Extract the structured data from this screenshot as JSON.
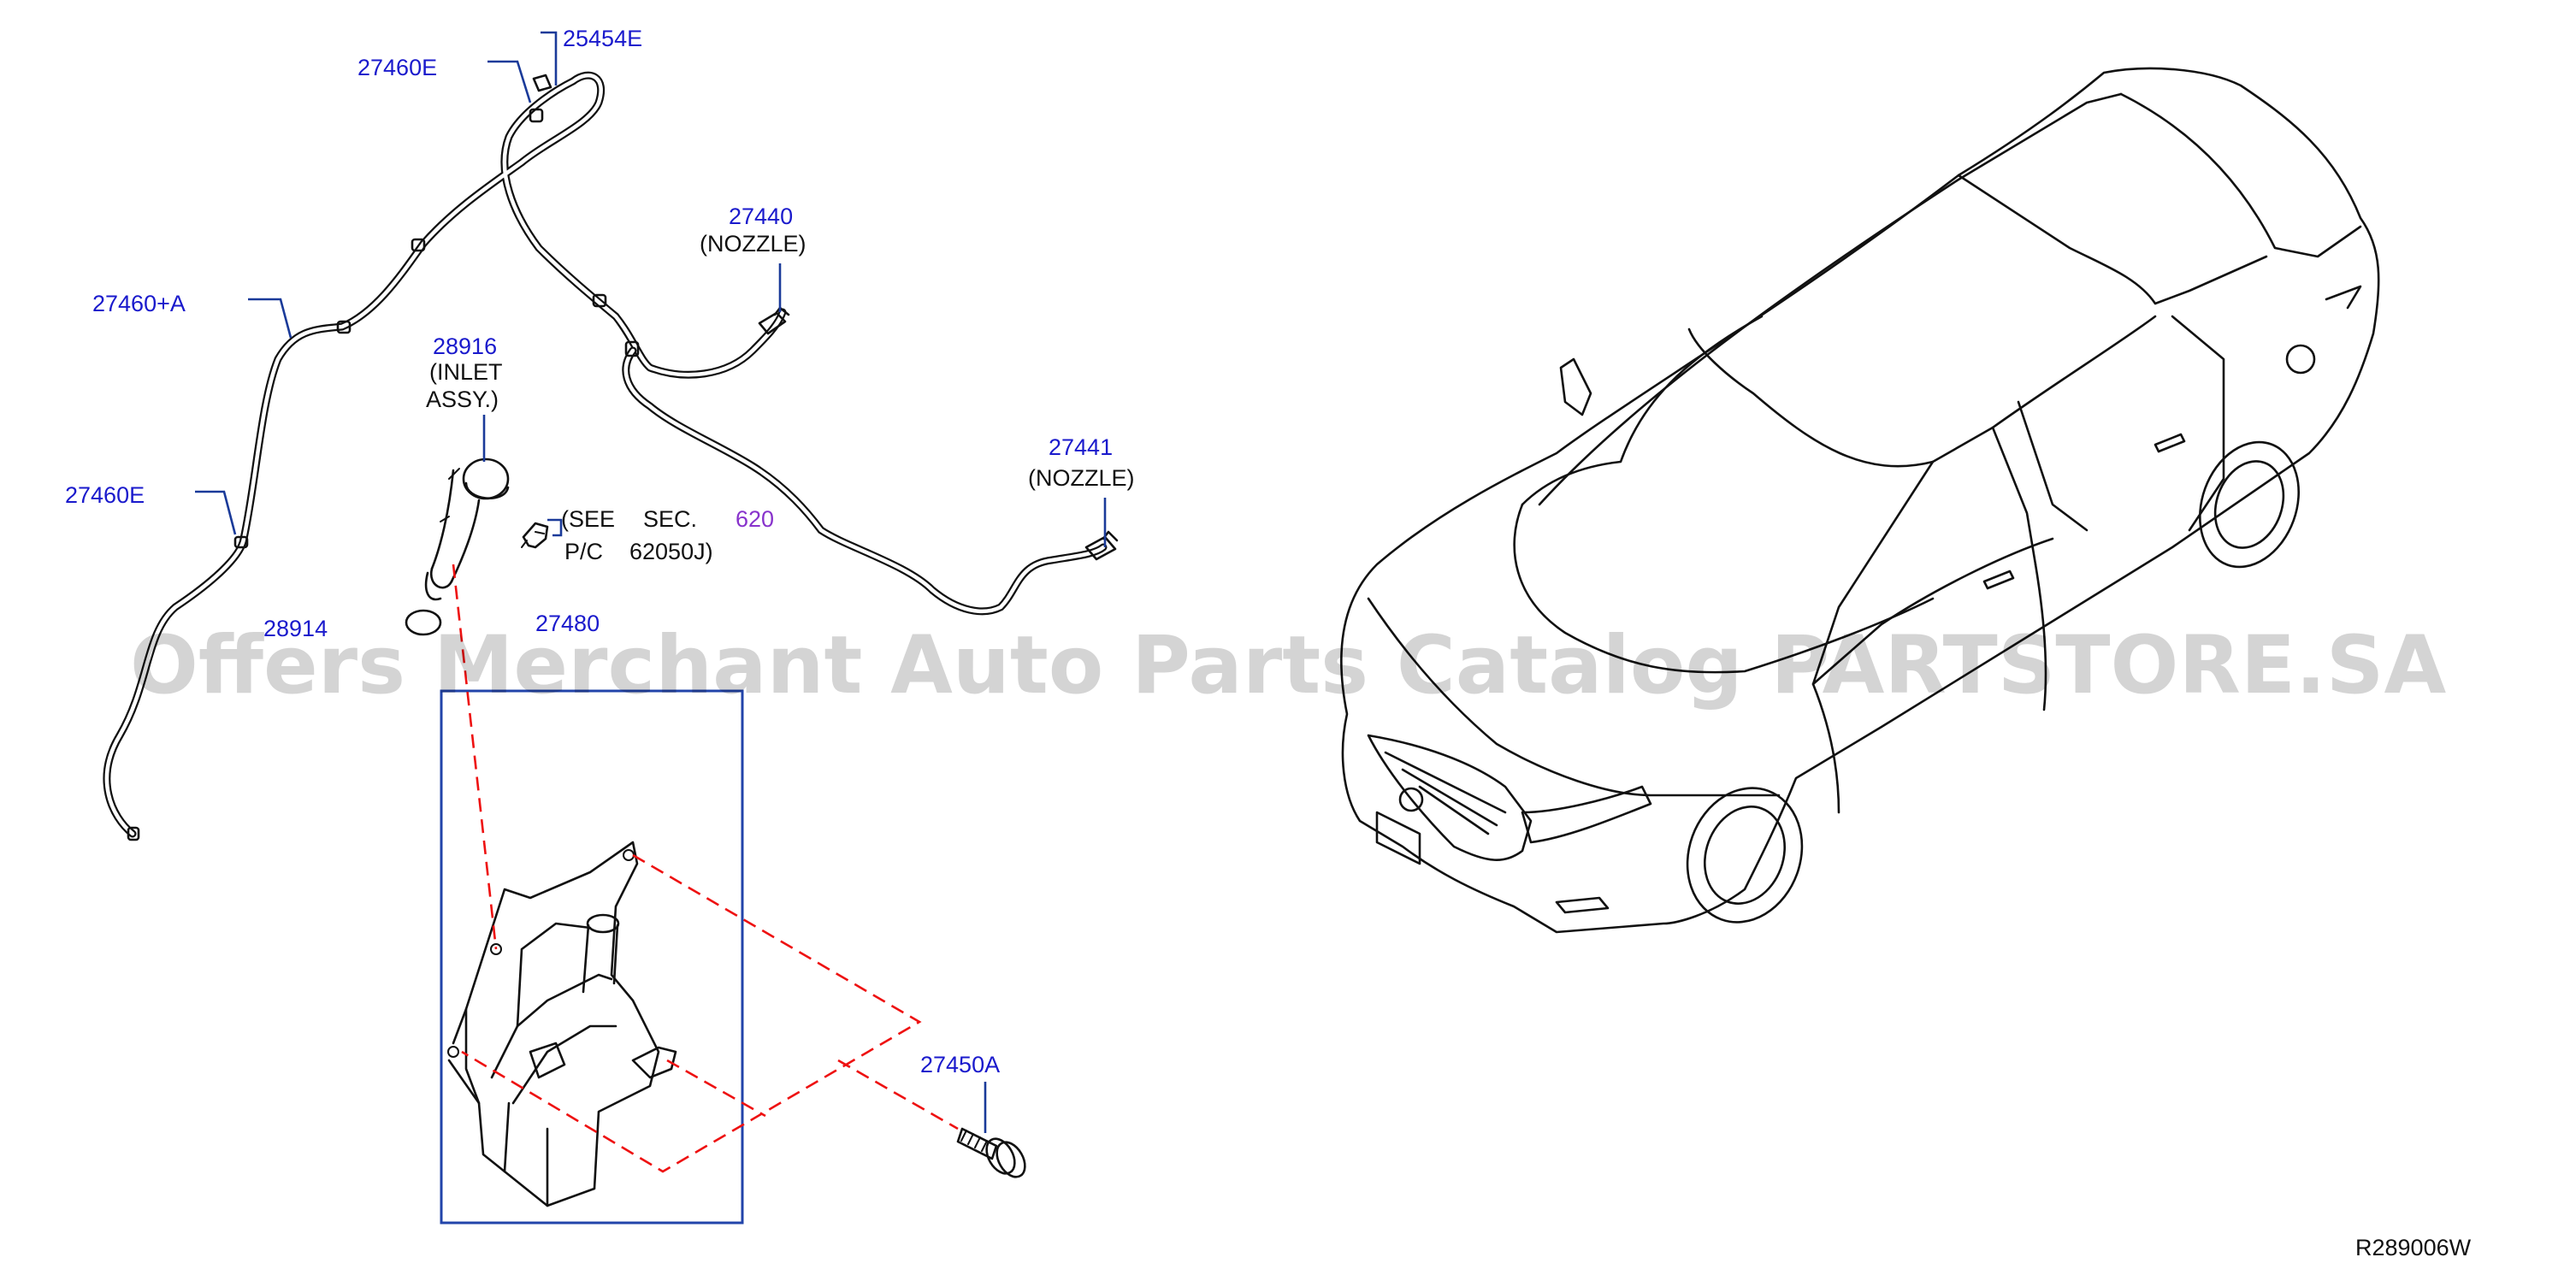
{
  "diagram_id": "R289006W",
  "watermark": "Offers Merchant Auto Parts Catalog PARTSTORE.SA",
  "callouts": {
    "p25454e": "25454E",
    "p27460e_top": "27460E",
    "p27460a": "27460+A",
    "p27460e_left": "27460E",
    "p27440": "27440",
    "p27440_note": "(NOZZLE)",
    "p28916": "28916",
    "p28916_note1": "(INLET",
    "p28916_note2": "ASSY.)",
    "p27441": "27441",
    "p27441_note": "(NOZZLE)",
    "see_sec1": "(SEE",
    "see_sec2": "SEC.",
    "see_sec_num": "620",
    "see_pc1": "P/C",
    "see_pc2": "62050J)",
    "p28914": "28914",
    "p27480": "27480",
    "p27450a": "27450A"
  },
  "colors": {
    "callout": "#1a1acc",
    "leader": "#1a3a99",
    "reference_link": "#8833cc",
    "dashed_guides": "#ee1111"
  }
}
